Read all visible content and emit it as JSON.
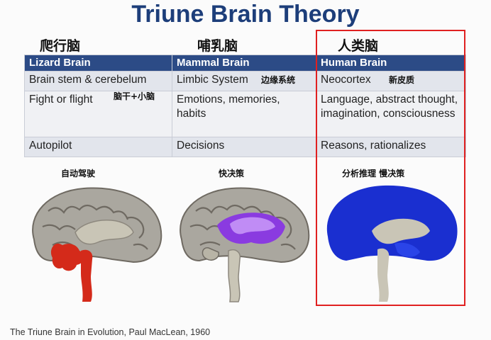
{
  "title": "Triune Brain Theory",
  "columns": [
    {
      "cn": "爬行脑",
      "header": "Lizard Brain",
      "row1": "Brain stem & cerebelum",
      "row2": "Fight or flight",
      "row3": "Autopilot",
      "note_row1": "",
      "note_row2": "脑干+小脑",
      "caption": "自动驾驶"
    },
    {
      "cn": "哺乳脑",
      "header": "Mammal Brain",
      "row1": "Limbic System",
      "row2": "Emotions, memories, habits",
      "row3": "Decisions",
      "note_row1": "边缘系统",
      "note_row2": "",
      "caption": "快决策"
    },
    {
      "cn": "人类脑",
      "header": "Human Brain",
      "row1": "Neocortex",
      "row2": "Language, abstract thought, imagination, consciousness",
      "row3": "Reasons, rationalizes",
      "note_row1": "新皮质",
      "note_row2": "",
      "caption": "分析推理 慢决策"
    }
  ],
  "footer": "The Triune Brain in Evolution, Paul MacLean, 1960",
  "colors": {
    "title": "#1d3e7a",
    "header_bg": "#2c4b86",
    "highlight_box": "#e02020",
    "reptile": "#d42a1a",
    "limbic": "#8a3be0",
    "neocortex": "#1a2fd0",
    "cortex_gray": "#aaa79f"
  }
}
